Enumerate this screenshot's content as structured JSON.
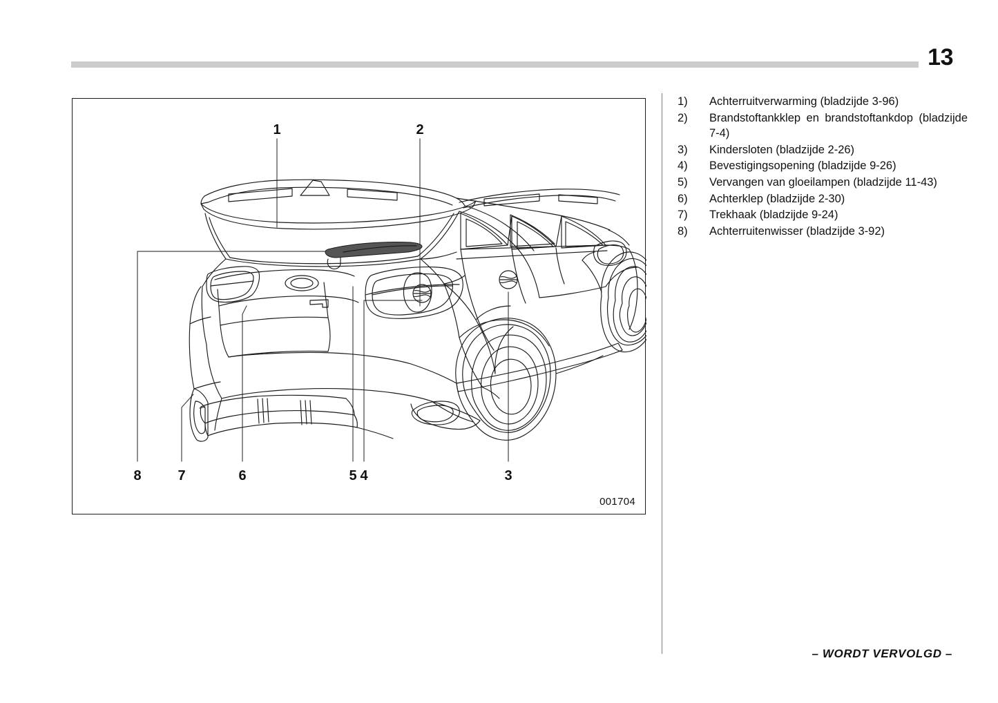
{
  "header": {
    "page_number": "13"
  },
  "figure": {
    "caption": "001704",
    "callouts": [
      {
        "label": "1",
        "position": "top"
      },
      {
        "label": "2",
        "position": "top"
      },
      {
        "label": "3",
        "position": "bottom"
      },
      {
        "label": "4",
        "position": "bottom"
      },
      {
        "label": "5",
        "position": "bottom"
      },
      {
        "label": "6",
        "position": "bottom"
      },
      {
        "label": "7",
        "position": "bottom"
      },
      {
        "label": "8",
        "position": "bottom"
      }
    ]
  },
  "legend": {
    "items": [
      {
        "number": "1)",
        "text": "Achterruitverwarming (bladzijde 3-96)",
        "justify": false
      },
      {
        "number": "2)",
        "text": "Brandstoftankklep en brandstoftankdop (bladzijde 7-4)",
        "justify": true
      },
      {
        "number": "3)",
        "text": "Kindersloten (bladzijde 2-26)",
        "justify": false
      },
      {
        "number": "4)",
        "text": "Bevestigingsopening (bladzijde 9-26)",
        "justify": false
      },
      {
        "number": "5)",
        "text": "Vervangen van gloeilampen (bladzijde 11-43)",
        "justify": true
      },
      {
        "number": "6)",
        "text": "Achterklep (bladzijde 2-30)",
        "justify": false
      },
      {
        "number": "7)",
        "text": "Trekhaak (bladzijde 9-24)",
        "justify": false
      },
      {
        "number": "8)",
        "text": "Achterruitenwisser (bladzijde 3-92)",
        "justify": false
      }
    ]
  },
  "footer": {
    "note": "– WORDT VERVOLGD –"
  },
  "colors": {
    "rule": "#cccccc",
    "divider": "#808080",
    "ink": "#111111",
    "line": "#1a1a1a"
  }
}
